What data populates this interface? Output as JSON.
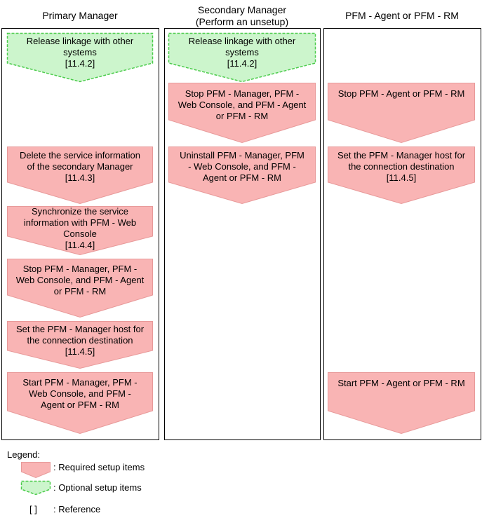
{
  "columns": [
    {
      "title_lines": [
        "Primary Manager"
      ],
      "steps": [
        {
          "kind": "optional",
          "lines": [
            "Release linkage with other",
            "systems",
            "[11.4.2]"
          ]
        },
        {
          "kind": "required",
          "lines": [
            "Delete the service information",
            "of the secondary Manager",
            "[11.4.3]"
          ]
        },
        {
          "kind": "required",
          "lines": [
            "Synchronize the service",
            "information with PFM - Web",
            "Console",
            "[11.4.4]"
          ]
        },
        {
          "kind": "required",
          "lines": [
            "Stop PFM - Manager, PFM -",
            "Web Console, and PFM - Agent",
            "or PFM - RM"
          ]
        },
        {
          "kind": "required",
          "lines": [
            "Set the PFM - Manager host for",
            "the connection destination",
            "[11.4.5]"
          ]
        },
        {
          "kind": "required",
          "lines": [
            "Start PFM - Manager, PFM -",
            "Web Console, and PFM -",
            "Agent or PFM - RM"
          ]
        }
      ]
    },
    {
      "title_lines": [
        "Secondary Manager",
        "(Perform an unsetup)"
      ],
      "steps": [
        {
          "kind": "optional",
          "lines": [
            "Release linkage with other",
            "systems",
            "[11.4.2]"
          ]
        },
        {
          "kind": "required",
          "lines": [
            "Stop PFM - Manager, PFM -",
            "Web Console, and PFM - Agent",
            "or PFM - RM"
          ]
        },
        {
          "kind": "required",
          "lines": [
            "Uninstall PFM - Manager, PFM",
            "- Web Console, and PFM -",
            "Agent or PFM - RM"
          ]
        }
      ]
    },
    {
      "title_lines": [
        "PFM - Agent or PFM - RM"
      ],
      "steps": [
        {
          "kind": "required",
          "lines": [
            "Stop PFM - Agent or PFM - RM"
          ]
        },
        {
          "kind": "required",
          "lines": [
            "Set the PFM - Manager host for",
            "the connection destination",
            "[11.4.5]"
          ]
        },
        {
          "kind": "required",
          "lines": [
            "Start PFM - Agent or PFM - RM"
          ]
        }
      ]
    }
  ],
  "legend": {
    "title": "Legend:",
    "required_label": ": Required setup items",
    "optional_label": ": Optional setup items",
    "reference_symbol": "[  ]",
    "reference_label": ": Reference"
  },
  "colors": {
    "required_fill": "#f9b4b4",
    "required_stroke": "#e89a9a",
    "optional_fill": "#ccf5cc",
    "optional_stroke": "#4ccc4c",
    "border": "#000000"
  }
}
